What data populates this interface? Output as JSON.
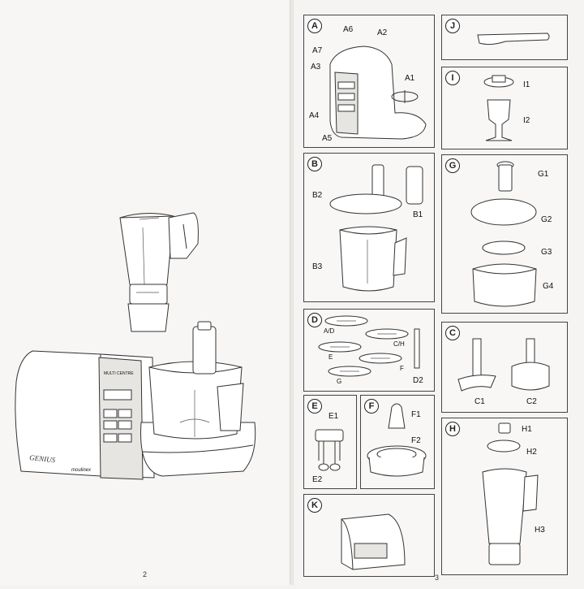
{
  "left_page": {
    "page_number": "2",
    "appliance": {
      "brand_strip": "MULTI CENTRE",
      "model": "GENIUS",
      "maker": "moulinex"
    }
  },
  "right_page": {
    "page_number": "3",
    "panels": {
      "A": {
        "letter": "A",
        "labels": [
          "A6",
          "A2",
          "A7",
          "A3",
          "A1",
          "A4",
          "A5"
        ]
      },
      "J": {
        "letter": "J"
      },
      "I": {
        "letter": "I",
        "labels": [
          "I1",
          "I2"
        ]
      },
      "B": {
        "letter": "B",
        "labels": [
          "B2",
          "B1",
          "B3"
        ]
      },
      "G": {
        "letter": "G",
        "labels": [
          "G1",
          "G2",
          "G3",
          "G4"
        ]
      },
      "D": {
        "letter": "D",
        "labels": [
          "A/D",
          "C/H",
          "E",
          "F",
          "G",
          "D2"
        ]
      },
      "C": {
        "letter": "C",
        "labels": [
          "C1",
          "C2"
        ]
      },
      "E": {
        "letter": "E",
        "labels": [
          "E1",
          "E2"
        ]
      },
      "F": {
        "letter": "F",
        "labels": [
          "F1",
          "F2"
        ]
      },
      "H": {
        "letter": "H",
        "labels": [
          "H1",
          "H2",
          "H3"
        ]
      },
      "K": {
        "letter": "K"
      }
    }
  }
}
